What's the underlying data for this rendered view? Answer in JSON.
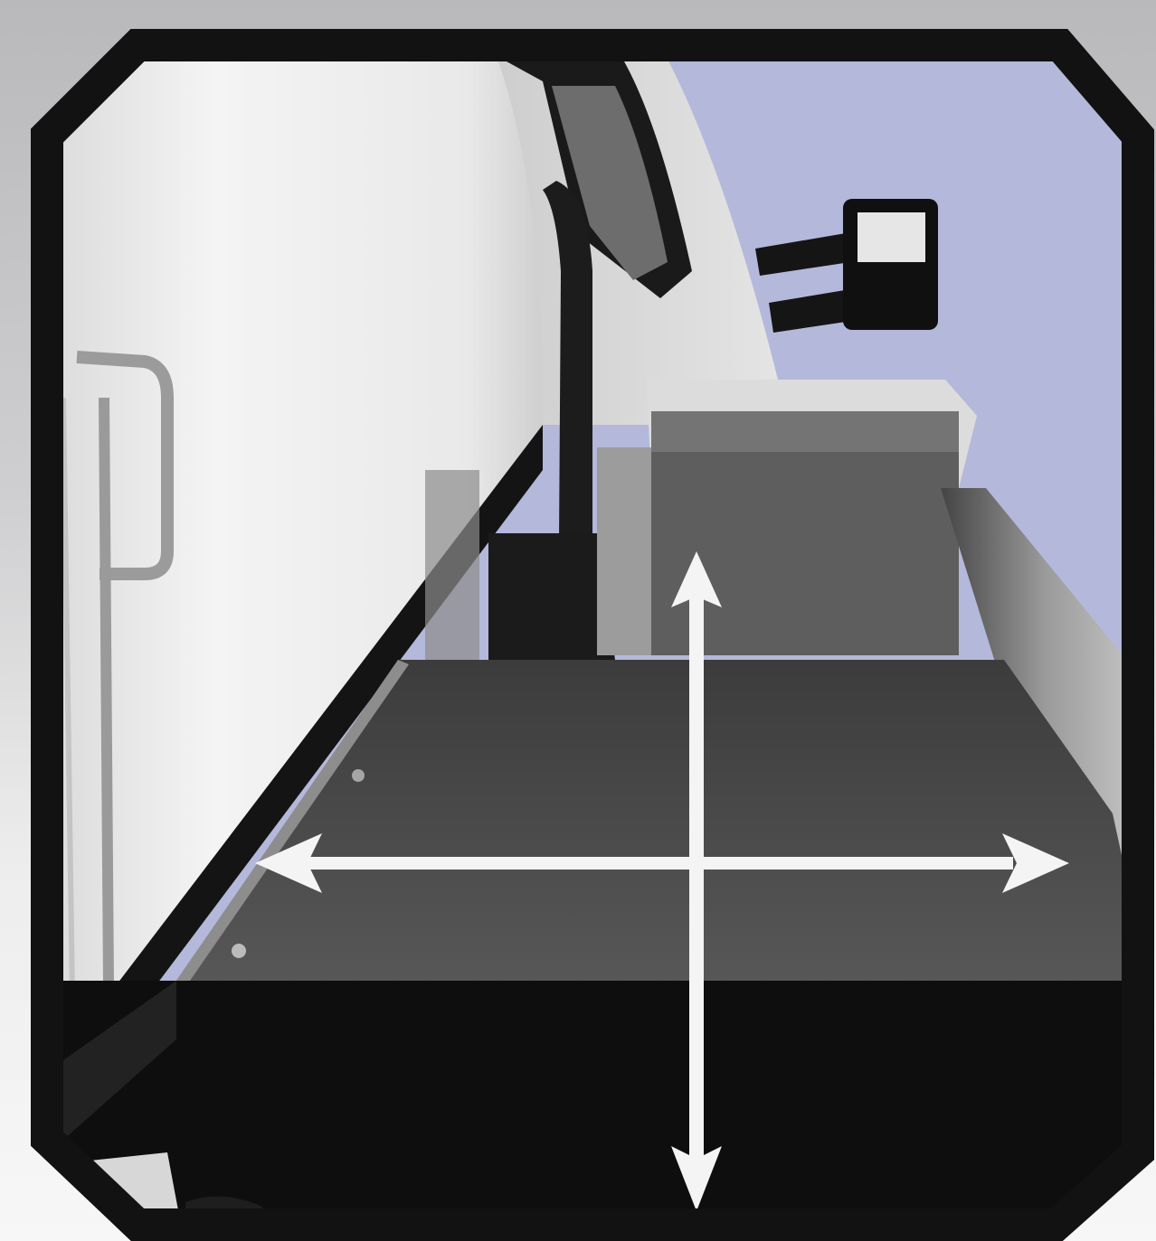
{
  "image": {
    "subject": "truck-side-platform-photo",
    "frame_shape": "octagon",
    "colors": {
      "frame": "#121212",
      "sky": "#b4b8da",
      "truck_body": "#e7e7e7",
      "deck": "#4a4a4a",
      "deck_front_face": "#0f0f0f",
      "arrow": "#f4f4f4",
      "background_gradient_top": "#b9b9bb",
      "background_gradient_bottom": "#f7f7f7"
    },
    "annotations": [
      {
        "kind": "arrow",
        "direction": "horizontal",
        "heads": "both"
      },
      {
        "kind": "arrow",
        "direction": "vertical",
        "heads": "both"
      }
    ]
  }
}
